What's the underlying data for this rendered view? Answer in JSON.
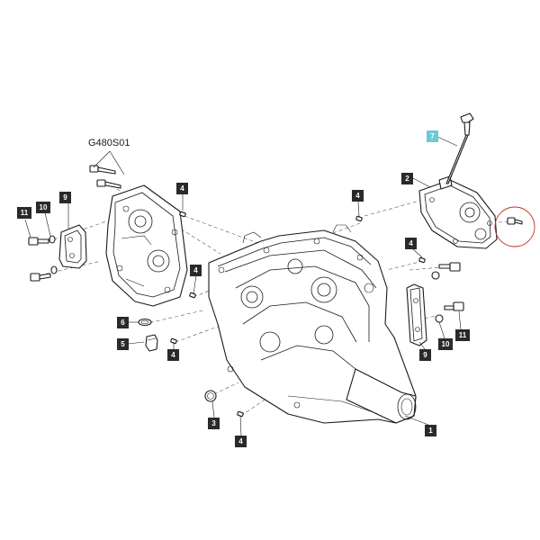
{
  "reference_code": "G480S01",
  "callouts": {
    "c1": "1",
    "c2": "2",
    "c3": "3",
    "c4a": "4",
    "c4b": "4",
    "c4c": "4",
    "c4d": "4",
    "c4e": "4",
    "c4f": "4",
    "c5": "5",
    "c6": "6",
    "c7": "7",
    "c9a": "9",
    "c9b": "9",
    "c10a": "10",
    "c10b": "10",
    "c11a": "11",
    "c11b": "11"
  },
  "colors": {
    "highlight": "#6cc9d9",
    "callout": "#2a2a2a",
    "line": "#1a1a1a",
    "marker_circle": "#c0392b"
  }
}
